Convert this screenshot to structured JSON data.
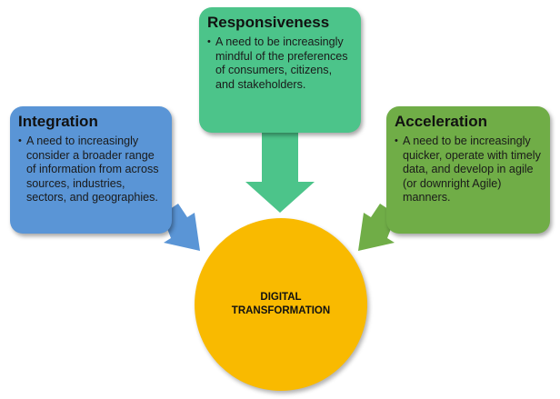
{
  "boxes": {
    "responsiveness": {
      "title": "Responsiveness",
      "bullet": "A need to be increasingly mindful of the preferences of consumers, citizens, and stakeholders."
    },
    "integration": {
      "title": "Integration",
      "bullet": "A need to increasingly consider a broader range of information from across sources, industries, sectors, and geographies."
    },
    "acceleration": {
      "title": "Acceleration",
      "bullet": "A need to be increasingly quicker, operate with timely data, and develop in agile (or downright Agile) manners."
    }
  },
  "center": {
    "label": "DIGITAL TRANSFORMATION"
  },
  "colors": {
    "responsiveness": "#4cc48a",
    "integration": "#5a95d6",
    "acceleration": "#70ad47",
    "center": "#f9ba00"
  }
}
